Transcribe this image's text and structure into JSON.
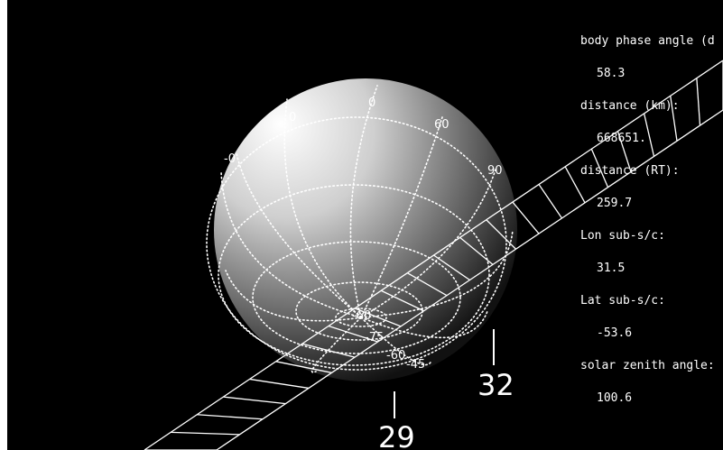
{
  "readout": [
    {
      "label": "body phase angle (d",
      "value": "58.3"
    },
    {
      "label": "distance (km):",
      "value": "668651."
    },
    {
      "label": "distance (RT):",
      "value": "259.7"
    },
    {
      "label": "Lon sub-s/c:",
      "value": "31.5"
    },
    {
      "label": "Lat sub-s/c:",
      "value": "-53.6"
    },
    {
      "label": "solar zenith angle:",
      "value": "100.6"
    }
  ],
  "grid_labels": {
    "lon_0": "0",
    "lon_60": "60",
    "lon_90": "90",
    "lon_120": "-0",
    "lon_30": "0",
    "lat_m60": "-60",
    "lat_m75": "-75",
    "lat_m60b": "-60",
    "lat_m45": "-45"
  },
  "ring_markers": {
    "marker_a": "29",
    "marker_b": "32"
  },
  "colors": {
    "background": "#000000",
    "grid": "#ffffff",
    "text": "#ffffff"
  }
}
